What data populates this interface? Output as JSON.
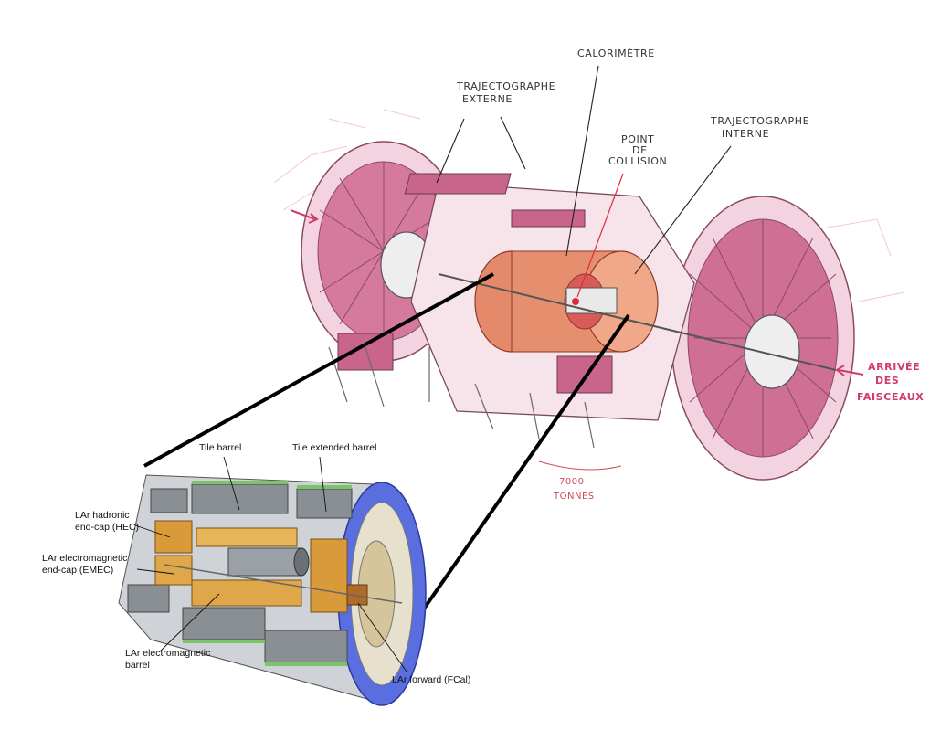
{
  "top_labels": {
    "calorimetre": "CALORIMÈTRE",
    "traj_externe_1": "TRAJECTOGRAPHE",
    "traj_externe_2": "EXTERNE",
    "point_1": "POINT",
    "point_2": "DE",
    "point_3": "COLLISION",
    "traj_interne_1": "TRAJECTOGRAPHE",
    "traj_interne_2": "INTERNE",
    "arrivee_1": "ARRIVÉE",
    "arrivee_2": "DES",
    "arrivee_3": "FAISCEAUX",
    "tonnes_1": "7000",
    "tonnes_2": "TONNES"
  },
  "bottom_labels": {
    "tile_barrel": "Tile barrel",
    "tile_ext_barrel": "Tile extended barrel",
    "hec_1": "LAr hadronic",
    "hec_2": "end-cap (HEC)",
    "emec_1": "LAr electromagnetic",
    "emec_2": "end-cap (EMEC)",
    "em_barrel_1": "LAr electromagnetic",
    "em_barrel_2": "barrel",
    "fcal": "LAr forward (FCal)"
  },
  "colors": {
    "sketch_pink": "#c0507a",
    "sketch_light": "#e8b0c4",
    "tile_grey": "#8a8f94",
    "lar_orange": "#d99a3a",
    "cryostat_blue": "#5a6ee0"
  }
}
